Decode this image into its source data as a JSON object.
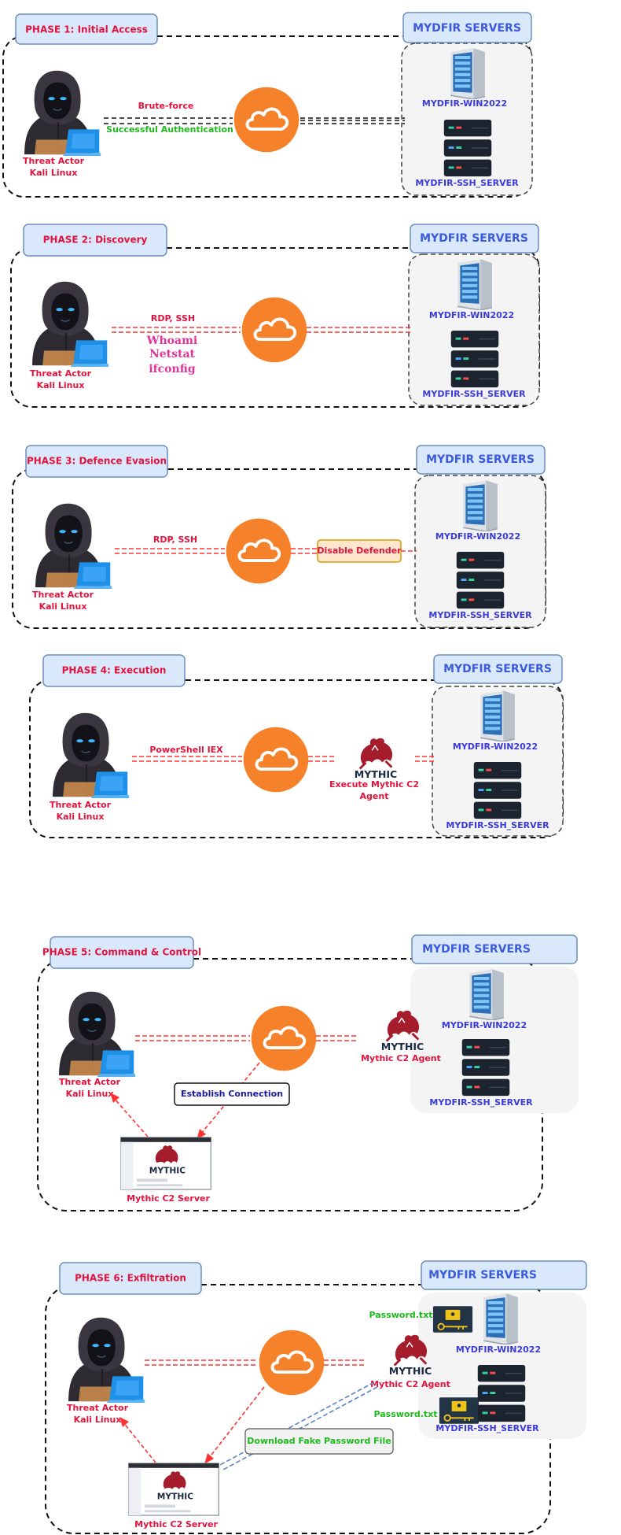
{
  "colors": {
    "phase_text": "#e0143c",
    "phase_box_fill": "#dae8fc",
    "phase_box_stroke": "#6c8ebf",
    "servers_text": "#3b5bdb",
    "server_label": "#3a3adb",
    "cloud": "#f5822a",
    "red_line": "#ff3333",
    "black_dash": "#111111",
    "green_text": "#1db91d",
    "magenta_text": "#e0349a",
    "connection_text": "#1a1aa6",
    "defender_fill": "#ffe6cc",
    "defender_stroke": "#d79b00",
    "mythic_red": "#a51d2d",
    "blue_line": "#5b84c4"
  },
  "icons": [
    "hooded-hacker-icon",
    "cloud-icon",
    "tower-server-icon",
    "rack-server-icon",
    "mythic-logo-icon",
    "mythic-window-icon",
    "folder-key-icon"
  ],
  "servers_title": "MYDFIR SERVERS",
  "server_win": "MYDFIR-WIN2022",
  "server_ssh": "MYDFIR-SSH_SERVER",
  "actor_line1": "Threat Actor",
  "actor_line2": "Kali Linux",
  "phase1": {
    "title": "PHASE 1: Initial Access",
    "label_a": "Brute-force",
    "label_b": "Successful Authentication"
  },
  "phase2": {
    "title": "PHASE 2: Discovery",
    "label_a": "RDP, SSH",
    "cmd1": "Whoami",
    "cmd2": "Netstat",
    "cmd3": "ifconfig"
  },
  "phase3": {
    "title": "PHASE 3: Defence Evasion",
    "label_a": "RDP, SSH",
    "defender": "Disable Defender"
  },
  "phase4": {
    "title": "PHASE 4: Execution",
    "label_a": "PowerShell IEX",
    "mythic": "MYTHIC",
    "exec1": "Execute Mythic C2",
    "exec2": "Agent"
  },
  "phase5": {
    "title": "PHASE 5: Command & Control",
    "mythic": "MYTHIC",
    "agent": "Mythic C2 Agent",
    "connection": "Establish Connection",
    "c2server": "Mythic C2 Server"
  },
  "phase6": {
    "title": "PHASE 6: Exfiltration",
    "mythic": "MYTHIC",
    "agent": "Mythic C2 Agent",
    "pw1": "Password.txt",
    "pw2": "Password.txt",
    "download": "Download Fake Password File",
    "c2server": "Mythic C2 Server"
  }
}
